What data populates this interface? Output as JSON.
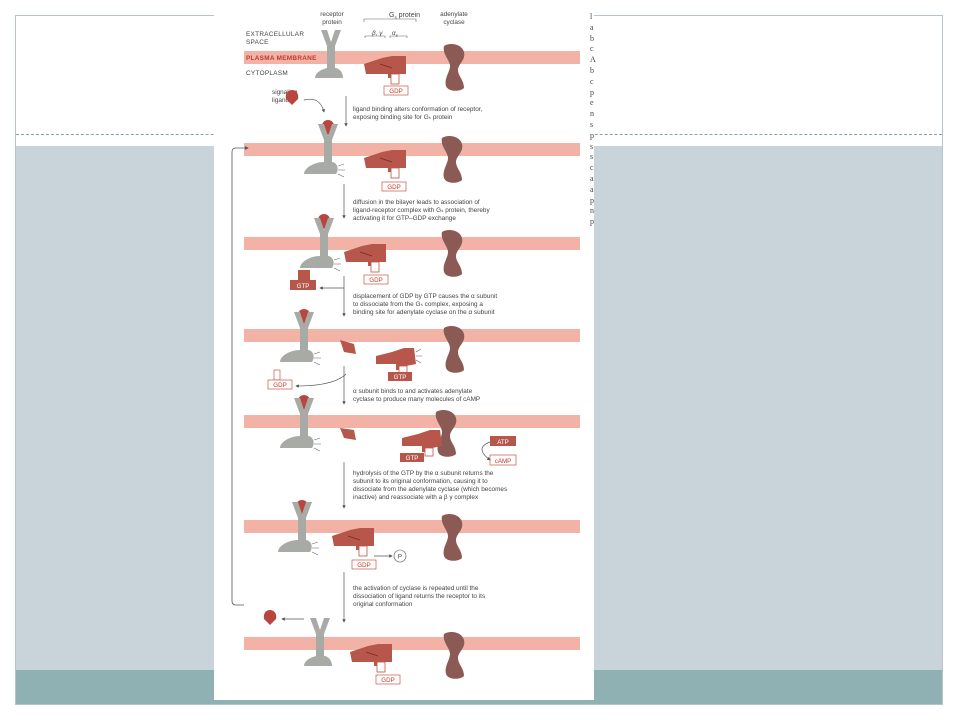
{
  "figure": {
    "header": {
      "receptor": [
        "receptor",
        "protein"
      ],
      "gs": "G",
      "gs_sub": "s",
      "gs_rest": " protein",
      "beta_gamma": "β, γ",
      "alpha_s": "α",
      "alpha_sub": "s",
      "adenylate": [
        "adenylate",
        "cyclase"
      ]
    },
    "labels": {
      "extracellular": [
        "EXTRACELLULAR",
        "SPACE"
      ],
      "membrane": "PLASMA MEMBRANE",
      "cytoplasm": "CYTOPLASM",
      "ligand": [
        "signaling",
        "ligand"
      ]
    },
    "chips": {
      "gdp": "GDP",
      "gtp": "GTP",
      "atp": "ATP",
      "camp": "cAMP",
      "p": "P"
    },
    "captions": [
      [
        "ligand binding alters conformation of receptor,",
        "exposing binding site for Gₛ protein"
      ],
      [
        "diffusion in the bilayer leads to association of",
        "ligand-receptor complex with Gₛ protein, thereby",
        "activating it for GTP–GDP exchange"
      ],
      [
        "displacement of GDP by GTP causes the α subunit",
        "to dissociate from the Gₛ complex, exposing a",
        "binding site for adenylate cyclase on the α subunit"
      ],
      [
        "α subunit binds to and activates adenylate",
        "cyclase to produce many molecules of cAMP"
      ],
      [
        "hydrolysis of the GTP by the α subunit returns the",
        "subunit to its original conformation, causing it to",
        "dissociate from the adenylate cyclase (which becomes",
        "inactive) and reassociate with a β γ complex"
      ],
      [
        "the activation of cyclase is repeated until the",
        "dissociation of ligand returns the receptor to its",
        "original conformation"
      ]
    ]
  },
  "side_letters": [
    "l",
    "a",
    "b",
    "c",
    "A",
    "b",
    "c",
    "p",
    "e",
    "n",
    "s",
    "p",
    "s",
    "s",
    "c",
    "a",
    "a",
    "p",
    "n",
    "p"
  ],
  "colors": {
    "membrane": "#f2b3a6",
    "gs_protein": "#b7564a",
    "adenylate_cyclase": "#8b5a55",
    "receptor": "#a8aaa6",
    "ligand": "#b9453f",
    "slide_background": "#c8d3da",
    "slide_footer": "#8fb1b3"
  }
}
